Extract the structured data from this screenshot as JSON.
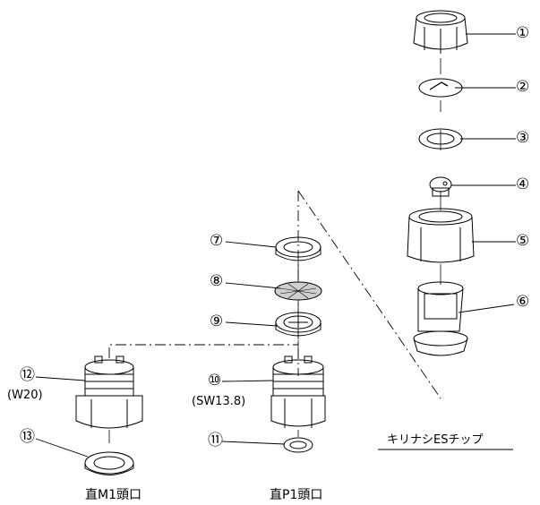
{
  "callouts": [
    "①",
    "②",
    "③",
    "④",
    "⑤",
    "⑥",
    "⑦",
    "⑧",
    "⑨",
    "⑩",
    "⑪",
    "⑫",
    "⑬"
  ],
  "sublabels": {
    "p10": "(SW13.8)",
    "p12": "(W20)"
  },
  "captions": {
    "left": "直M1頭口",
    "center": "直P1頭口",
    "right": "キリナシESチップ"
  }
}
